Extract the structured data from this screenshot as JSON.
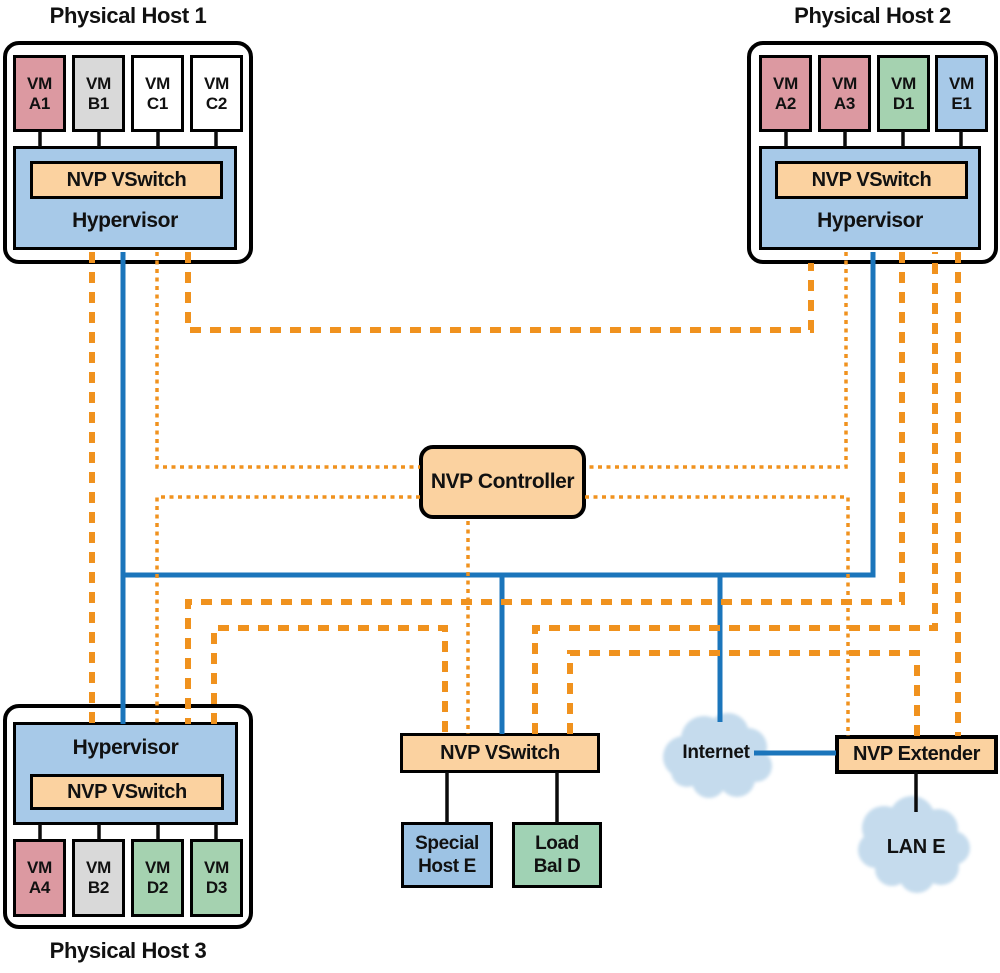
{
  "hosts": [
    {
      "title": "Physical Host 1",
      "hypervisor": "Hypervisor",
      "vswitch": "NVP VSwitch",
      "vms": [
        {
          "type": "VM",
          "id": "A1",
          "color": "#dc99a1"
        },
        {
          "type": "VM",
          "id": "B1",
          "color": "#d9d9d9"
        },
        {
          "type": "VM",
          "id": "C1",
          "color": "#ffffff"
        },
        {
          "type": "VM",
          "id": "C2",
          "color": "#ffffff"
        }
      ]
    },
    {
      "title": "Physical Host 2",
      "hypervisor": "Hypervisor",
      "vswitch": "NVP VSwitch",
      "vms": [
        {
          "type": "VM",
          "id": "A2",
          "color": "#dc99a1"
        },
        {
          "type": "VM",
          "id": "A3",
          "color": "#dc99a1"
        },
        {
          "type": "VM",
          "id": "D1",
          "color": "#a5d2b0"
        },
        {
          "type": "VM",
          "id": "E1",
          "color": "#a7c9e8"
        }
      ]
    },
    {
      "title": "Physical Host 3",
      "hypervisor": "Hypervisor",
      "vswitch": "NVP VSwitch",
      "vms": [
        {
          "type": "VM",
          "id": "A4",
          "color": "#dc99a1"
        },
        {
          "type": "VM",
          "id": "B2",
          "color": "#d9d9d9"
        },
        {
          "type": "VM",
          "id": "D2",
          "color": "#a5d2b0"
        },
        {
          "type": "VM",
          "id": "D3",
          "color": "#a5d2b0"
        }
      ]
    }
  ],
  "controller": {
    "label": "NVP Controller"
  },
  "gateway_vswitch": {
    "label": "NVP VSwitch"
  },
  "special_host": {
    "line1": "Special",
    "line2": "Host E"
  },
  "load_balancer": {
    "line1": "Load",
    "line2": "Bal D"
  },
  "internet": {
    "label": "Internet"
  },
  "extender": {
    "label": "NVP Extender"
  },
  "lan": {
    "label": "LAN E"
  },
  "colors": {
    "data_plane_blue": "#1b75bb",
    "nvp_orange": "#f0921e",
    "box_fill_orange": "#fbd2a0",
    "hypervisor_blue": "#a7c9e8",
    "vm_pink": "#dc99a1",
    "vm_gray": "#d9d9d9",
    "vm_green": "#a5d2b0",
    "vm_blue": "#a7c9e8",
    "cloud_blue": "#c5dbed"
  },
  "connections": [
    {
      "from": "host1-vswitch",
      "to": "host3-vswitch",
      "style": "orange-dashed-tunnel"
    },
    {
      "from": "host1-vswitch",
      "to": "host2-vswitch",
      "style": "orange-dashed-tunnel"
    },
    {
      "from": "host3-vswitch",
      "to": "host2-vswitch",
      "style": "orange-dashed-tunnel"
    },
    {
      "from": "host3-vswitch",
      "to": "gateway-vswitch",
      "style": "orange-dashed-tunnel"
    },
    {
      "from": "gateway-vswitch",
      "to": "host2-vswitch",
      "style": "orange-dashed-tunnel"
    },
    {
      "from": "gateway-vswitch",
      "to": "nvp-extender",
      "style": "orange-dashed-tunnel"
    },
    {
      "from": "host2-vswitch",
      "to": "nvp-extender",
      "style": "orange-dashed-tunnel"
    },
    {
      "from": "host1-hypervisor",
      "to": "nvp-controller",
      "style": "orange-dotted-control"
    },
    {
      "from": "host2-hypervisor",
      "to": "nvp-controller",
      "style": "orange-dotted-control"
    },
    {
      "from": "host3-hypervisor",
      "to": "nvp-controller",
      "style": "orange-dotted-control"
    },
    {
      "from": "gateway-vswitch",
      "to": "nvp-controller",
      "style": "orange-dotted-control"
    },
    {
      "from": "nvp-extender",
      "to": "nvp-controller",
      "style": "orange-dotted-control"
    },
    {
      "from": "host1-hypervisor",
      "to": "host3-hypervisor",
      "style": "blue-solid-network"
    },
    {
      "from": "host2-hypervisor",
      "to": "blue-backbone",
      "style": "blue-solid-network"
    },
    {
      "from": "gateway-vswitch",
      "to": "blue-backbone",
      "style": "blue-solid-network"
    },
    {
      "from": "internet",
      "to": "blue-backbone",
      "style": "blue-solid-network"
    },
    {
      "from": "internet",
      "to": "nvp-extender",
      "style": "blue-solid-network"
    },
    {
      "from": "gateway-vswitch",
      "to": "special-host-e",
      "style": "black-link"
    },
    {
      "from": "gateway-vswitch",
      "to": "load-bal-d",
      "style": "black-link"
    },
    {
      "from": "nvp-extender",
      "to": "lan-e",
      "style": "black-link"
    }
  ]
}
